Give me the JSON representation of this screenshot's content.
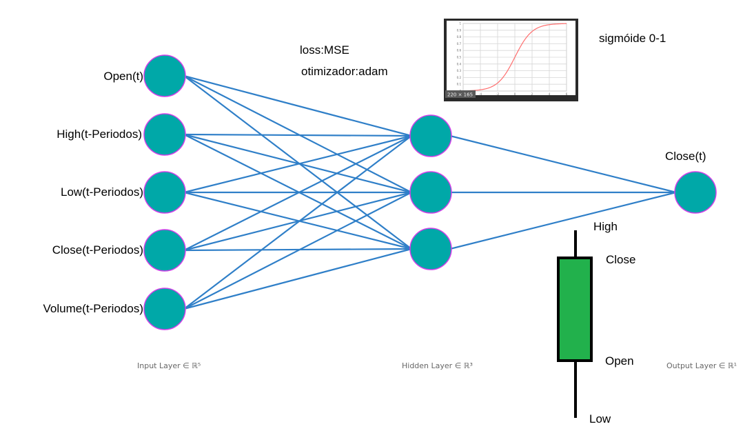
{
  "network": {
    "input_nodes": [
      "Open(t)",
      "High(t-Periodos)",
      "Low(t-Periodos)",
      "Close(t-Periodos)",
      "Volume(t-Periodos)"
    ],
    "hidden_node_count": 3,
    "output_nodes": [
      "Close(t)"
    ],
    "node_color": "#00a8a8",
    "node_border_color": "#d040e8",
    "edge_color": "#2f7fc8"
  },
  "layer_captions": {
    "input": "Input Layer ∈ ℝ⁵",
    "hidden": "Hidden Layer ∈ ℝ³",
    "output": "Output Layer ∈ ℝ¹"
  },
  "training": {
    "loss": "loss:MSE",
    "optimizer": "otimizador:adam"
  },
  "activation": {
    "label": "sigmóide 0-1",
    "thumbnail_size": "220 × 165",
    "y_ticks": [
      "1",
      "0.9",
      "0.8",
      "0.7",
      "0.6",
      "0.5",
      "0.4",
      "0.3",
      "0.2",
      "0.1",
      "0"
    ],
    "x_ticks": [
      "-6",
      "-4",
      "-2",
      "0",
      "2",
      "4",
      "6"
    ],
    "curve_color": "#ff6e6e"
  },
  "candlestick": {
    "body_color": "#22b14c",
    "labels": {
      "high": "High",
      "close": "Close",
      "open": "Open",
      "low": "Low"
    }
  }
}
